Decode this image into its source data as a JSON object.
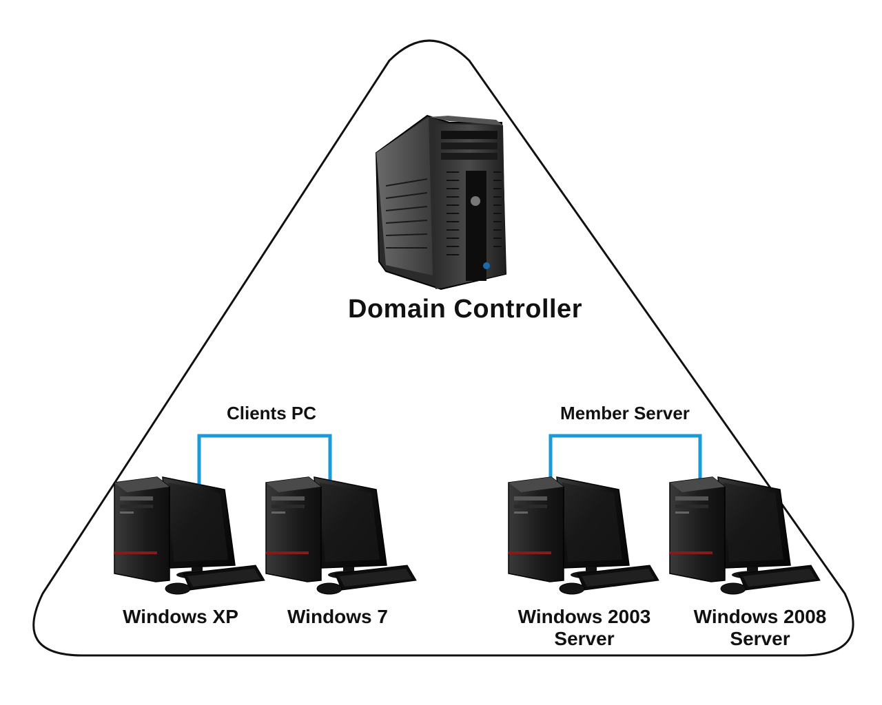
{
  "diagram": {
    "title": "Domain Controller",
    "groups": {
      "clients": "Clients PC",
      "member": "Member Server"
    },
    "nodes": {
      "windows_xp": "Windows XP",
      "windows_7": "Windows 7",
      "windows_2003_line1": "Windows 2003",
      "windows_2003_line2": "Server",
      "windows_2008_line1": "Windows 2008",
      "windows_2008_line2": "Server"
    },
    "colors": {
      "link": "#1a9ad6",
      "outline": "#111111",
      "device": "#1b1b1b",
      "accent": "#8a1a1a"
    }
  }
}
